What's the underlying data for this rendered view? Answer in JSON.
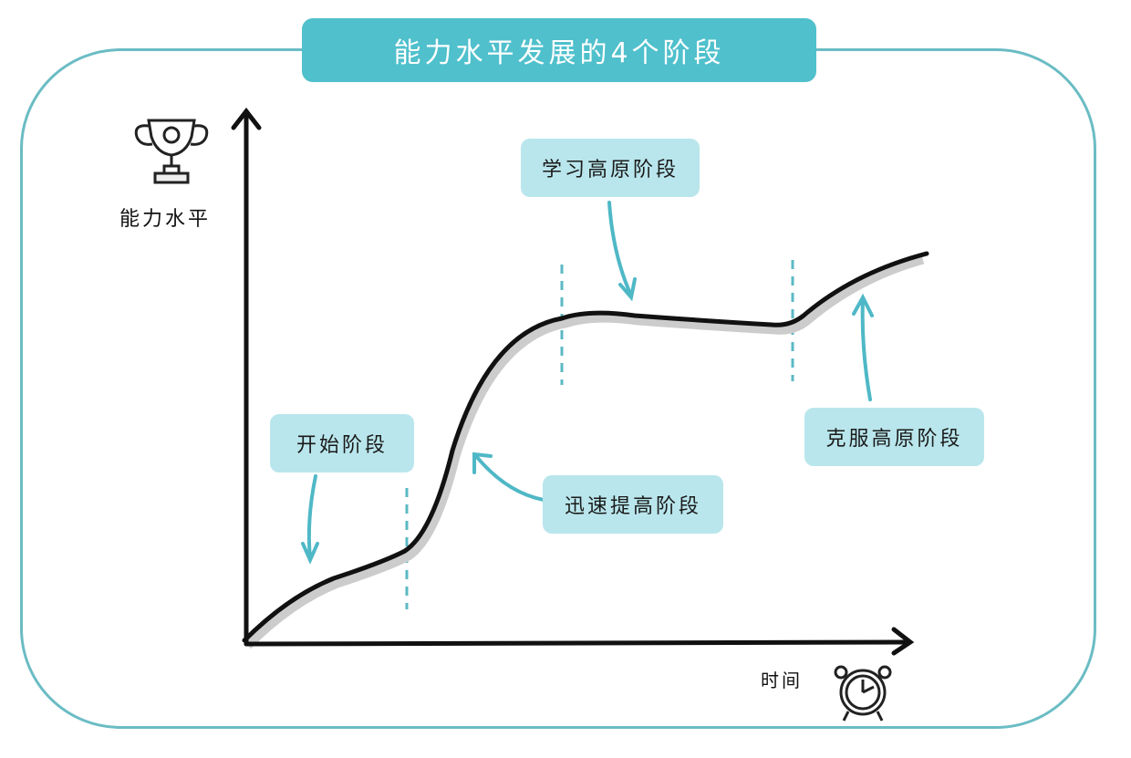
{
  "title": "能力水平发展的4个阶段",
  "axes": {
    "y_label": "能力水平",
    "x_label": "时间",
    "y_icon": "trophy-icon",
    "x_icon": "alarm-clock-icon"
  },
  "stages": [
    {
      "label": "开始阶段"
    },
    {
      "label": "迅速提高阶段"
    },
    {
      "label": "学习高原阶段"
    },
    {
      "label": "克服高原阶段"
    }
  ],
  "colors": {
    "accent": "#4fc0cc",
    "callout_bg": "#b9e6ec",
    "frame": "#6bbcc4",
    "curve": "#111111",
    "curve_shadow": "#cccccc"
  },
  "chart_data": {
    "type": "line",
    "title": "能力水平发展的4个阶段",
    "xlabel": "时间",
    "ylabel": "能力水平",
    "grid": false,
    "x": [
      0,
      10,
      17,
      22,
      26,
      33,
      40,
      48,
      55,
      62,
      70,
      78,
      80,
      88,
      100
    ],
    "series": [
      {
        "name": "能力水平",
        "values": [
          0,
          14,
          18,
          21,
          40,
          62,
          69,
          71,
          70,
          69,
          68,
          68,
          69,
          76,
          83
        ]
      }
    ],
    "stage_dividers_x": [
      23,
      46,
      79
    ],
    "annotations": [
      "开始阶段",
      "迅速提高阶段",
      "学习高原阶段",
      "克服高原阶段"
    ]
  }
}
